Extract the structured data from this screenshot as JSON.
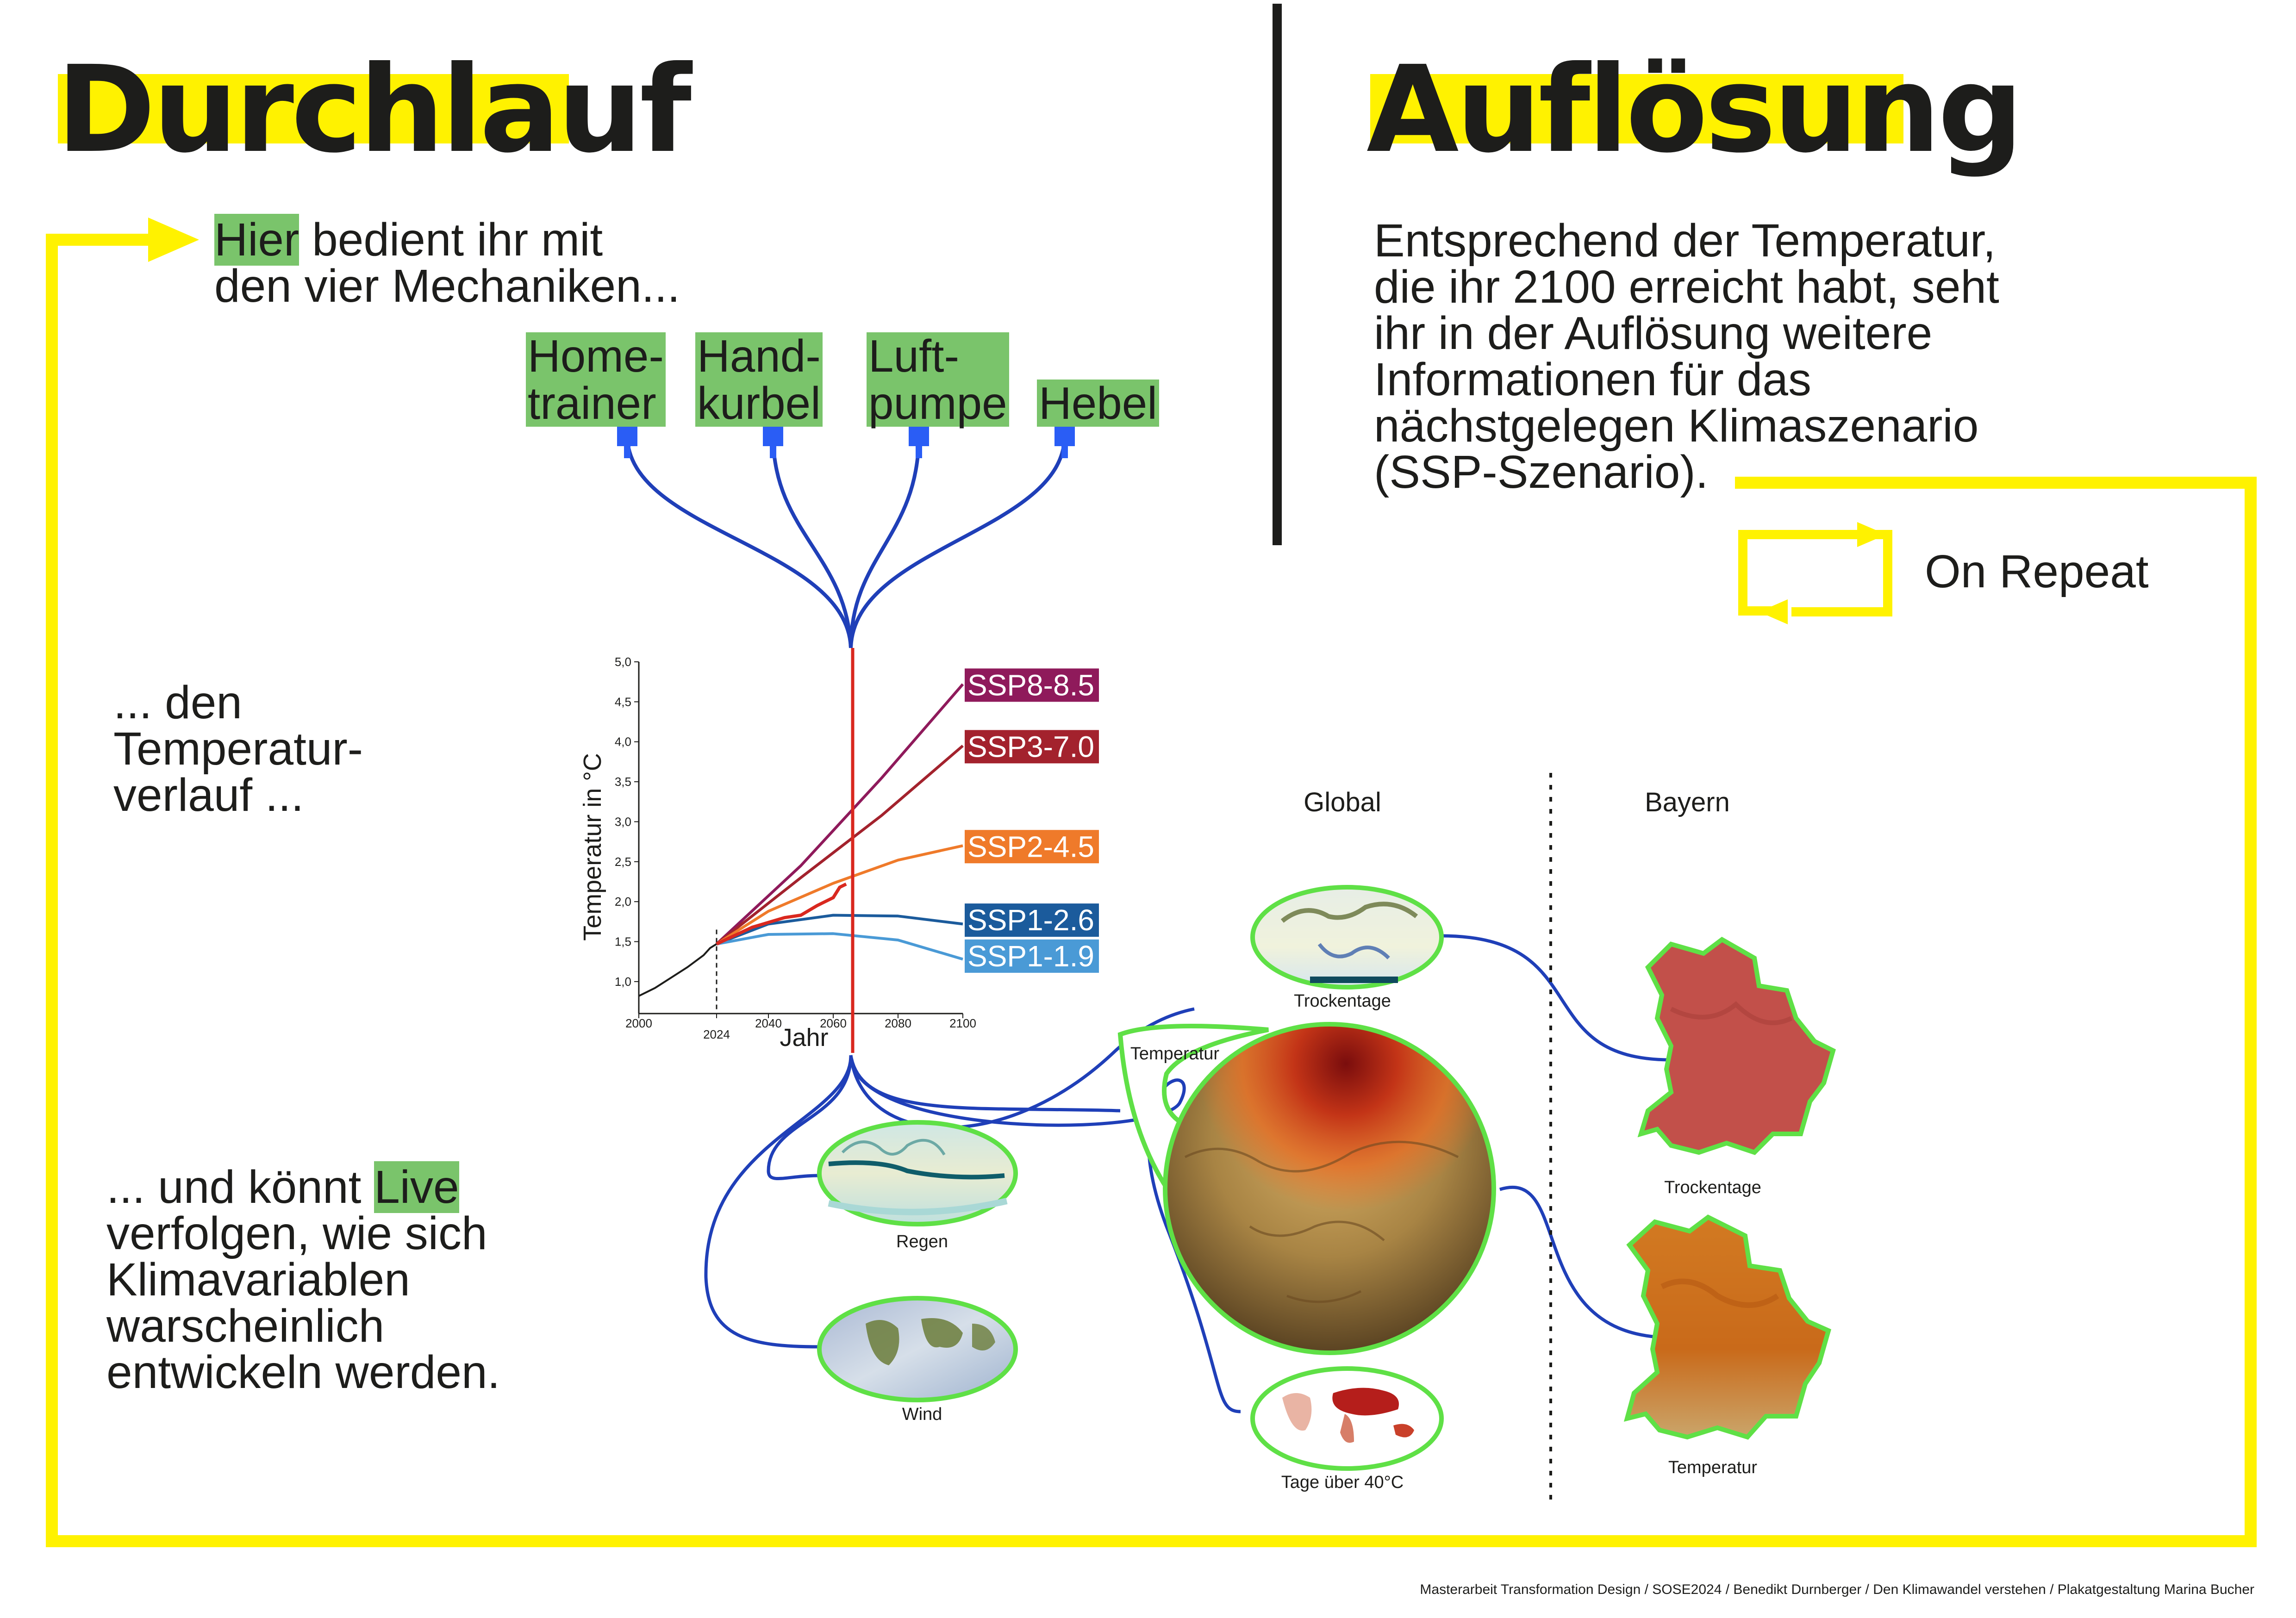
{
  "left": {
    "title": "Durchlauf",
    "intro_highlight": "Hier",
    "intro_rest": " bedient ihr mit\nden vier Mechaniken...",
    "mechanics": [
      {
        "label": "Home-\ntrainer"
      },
      {
        "label": "Hand-\nkurbel"
      },
      {
        "label": "Luft-\npumpe"
      },
      {
        "label": "Hebel"
      }
    ],
    "middle_text": "... den\nTemperatur-\nverlauf ...",
    "bottom_pre": "... und könnt ",
    "bottom_highlight": "Live",
    "bottom_rest": "\nverfolgen, wie sich\nKlimavariablen\nwarscheinlich\nentwickeln werden."
  },
  "right": {
    "title": "Auflösung",
    "description": "Entsprechend der Temperatur,\ndie ihr 2100 erreicht habt, seht\nihr in der Auflösung weitere\nInformationen für das\nnächstgelegen Klimaszenario\n(SSP-Szenario).",
    "repeat_label": "On Repeat"
  },
  "maps": {
    "global_label": "Global",
    "regional_label": "Bayern",
    "global_items": [
      {
        "name": "Trockentage"
      },
      {
        "name": "Temperatur"
      },
      {
        "name": "Tage über 40°C"
      }
    ],
    "live_items": [
      {
        "name": "Regen"
      },
      {
        "name": "Wind"
      }
    ],
    "regional_items": [
      {
        "name": "Trockentage"
      },
      {
        "name": "Temperatur"
      }
    ]
  },
  "chart_data": {
    "type": "line",
    "xlabel": "Jahr",
    "ylabel": "Temperatur in °C",
    "xlim": [
      2000,
      2100
    ],
    "ylim": [
      0.6,
      5.0
    ],
    "x_ticks": [
      "2000",
      "2024",
      "2040",
      "2060",
      "2080",
      "2100"
    ],
    "y_ticks": [
      "1,0",
      "1,5",
      "2,0",
      "2,5",
      "3,0",
      "3,5",
      "4,0",
      "4,5",
      "5,0"
    ],
    "marker_year": 2024,
    "current_year": 2066,
    "history": {
      "x": [
        2000,
        2005,
        2010,
        2015,
        2020,
        2022,
        2024
      ],
      "y": [
        0.82,
        0.92,
        1.05,
        1.18,
        1.33,
        1.42,
        1.47
      ]
    },
    "series": [
      {
        "name": "SSP8-8.5",
        "color": "#8f1a5b",
        "x": [
          2024,
          2050,
          2075,
          2100
        ],
        "y": [
          1.47,
          2.45,
          3.55,
          4.72
        ]
      },
      {
        "name": "SSP3-7.0",
        "color": "#a3222d",
        "x": [
          2024,
          2050,
          2075,
          2100
        ],
        "y": [
          1.47,
          2.3,
          3.08,
          3.95
        ]
      },
      {
        "name": "SSP2-4.5",
        "color": "#ef7a2a",
        "x": [
          2024,
          2040,
          2060,
          2080,
          2100
        ],
        "y": [
          1.47,
          1.88,
          2.23,
          2.52,
          2.7
        ]
      },
      {
        "name": "SSP1-2.6",
        "color": "#1b5b9c",
        "x": [
          2024,
          2040,
          2060,
          2080,
          2100
        ],
        "y": [
          1.47,
          1.72,
          1.83,
          1.82,
          1.72
        ]
      },
      {
        "name": "SSP1-1.9",
        "color": "#4a9ad6",
        "x": [
          2024,
          2040,
          2060,
          2080,
          2100
        ],
        "y": [
          1.47,
          1.59,
          1.6,
          1.52,
          1.28
        ]
      }
    ],
    "live_run": {
      "color": "#d9281f",
      "x": [
        2024,
        2035,
        2045,
        2050,
        2055,
        2060,
        2062,
        2064
      ],
      "y": [
        1.47,
        1.68,
        1.8,
        1.83,
        1.95,
        2.05,
        2.18,
        2.22
      ]
    }
  },
  "footer": "Masterarbeit Transformation Design / SOSE2024 / Benedikt Durnberger / Den Klimawandel verstehen / Plakatgestaltung Marina Bucher",
  "colors": {
    "yellow": "#fff200",
    "green_highlight": "#7ac46b",
    "cable_blue": "#1f3fb8",
    "map_outline": "#5fe046",
    "live_red": "#d9281f"
  }
}
